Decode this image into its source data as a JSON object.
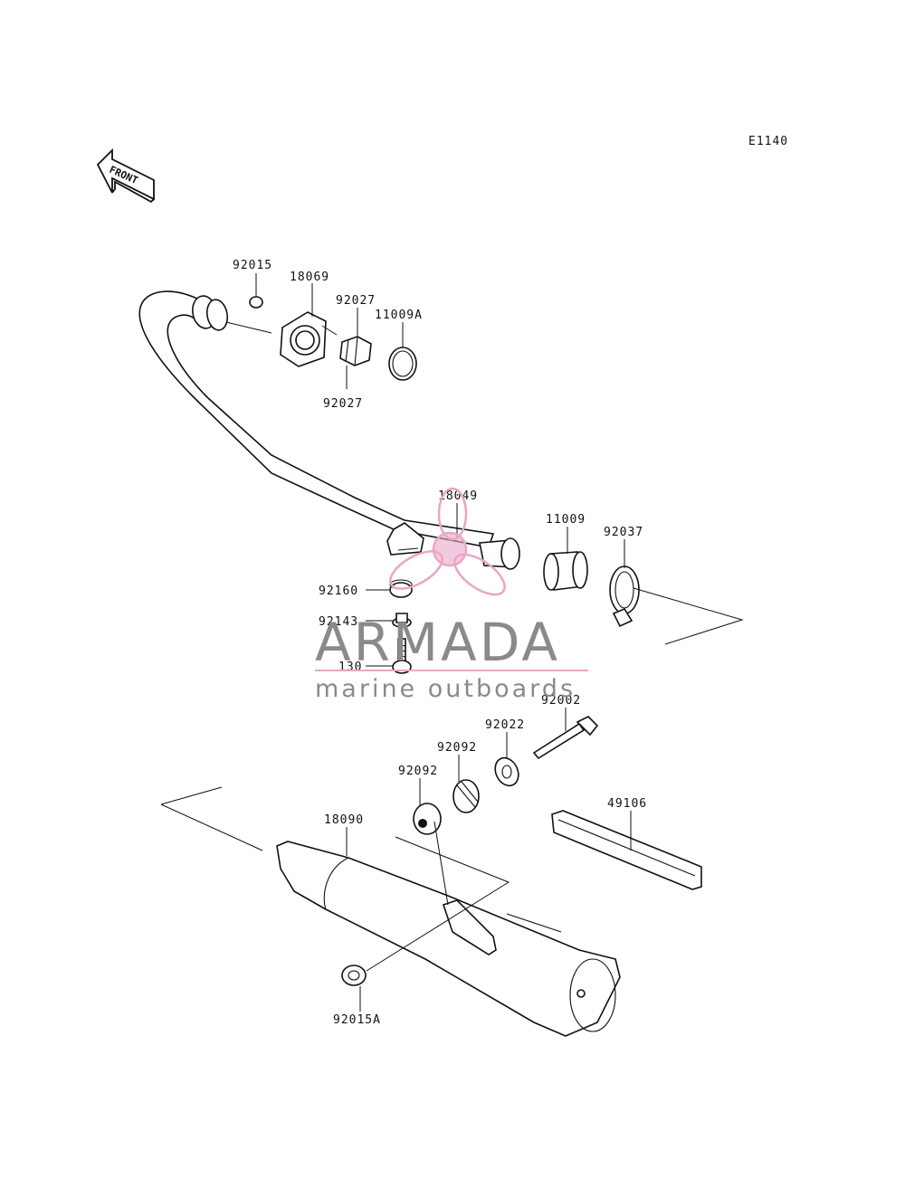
{
  "diagram": {
    "code": "E1140",
    "front_label": "FRONT",
    "parts": [
      {
        "id": "p92015",
        "number": "92015"
      },
      {
        "id": "p18069",
        "number": "18069"
      },
      {
        "id": "p92027a",
        "number": "92027"
      },
      {
        "id": "p11009a",
        "number": "11009A"
      },
      {
        "id": "p92027b",
        "number": "92027"
      },
      {
        "id": "p18049",
        "number": "18049"
      },
      {
        "id": "p11009",
        "number": "11009"
      },
      {
        "id": "p92037",
        "number": "92037"
      },
      {
        "id": "p92160",
        "number": "92160"
      },
      {
        "id": "p92143",
        "number": "92143"
      },
      {
        "id": "p130",
        "number": "130"
      },
      {
        "id": "p92002",
        "number": "92002"
      },
      {
        "id": "p92022",
        "number": "92022"
      },
      {
        "id": "p92092a",
        "number": "92092"
      },
      {
        "id": "p92092b",
        "number": "92092"
      },
      {
        "id": "p49106",
        "number": "49106"
      },
      {
        "id": "p18090",
        "number": "18090"
      },
      {
        "id": "p92015a",
        "number": "92015A"
      }
    ]
  },
  "watermark": {
    "brand": "ARMADA",
    "tagline": "marine outboards",
    "color": "#e9a6c6",
    "text_color": "#8a8a8a"
  }
}
